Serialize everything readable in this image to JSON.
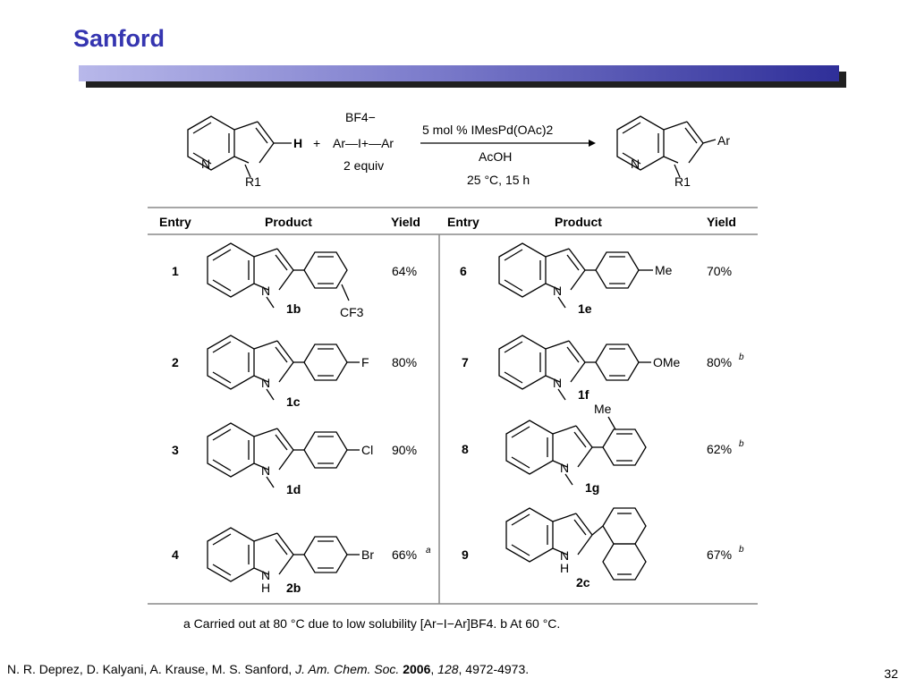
{
  "slide": {
    "title": "Sanford",
    "page_number": "32"
  },
  "scheme": {
    "counterion": "BF4−",
    "reagent": "Ar—I+—Ar",
    "reagent_equiv": "2 equiv",
    "catalyst": "5 mol % IMesPd(OAc)2",
    "solvent": "AcOH",
    "conditions": "25 °C, 15 h",
    "substrate_h": "H",
    "plus": "+",
    "n_label": "N",
    "r1_label": "R1",
    "product_ar": "Ar"
  },
  "table": {
    "headers": [
      "Entry",
      "Product",
      "Yield"
    ],
    "rows": [
      {
        "entry": "1",
        "compound": "1b",
        "substituent": "CF3",
        "yield": "64%",
        "note": ""
      },
      {
        "entry": "2",
        "compound": "1c",
        "substituent": "F",
        "yield": "80%",
        "note": ""
      },
      {
        "entry": "3",
        "compound": "1d",
        "substituent": "Cl",
        "yield": "90%",
        "note": ""
      },
      {
        "entry": "4",
        "compound": "2b",
        "substituent": "Br",
        "yield": "66%",
        "note": "a"
      },
      {
        "entry": "6",
        "compound": "1e",
        "substituent": "Me",
        "yield": "70%",
        "note": ""
      },
      {
        "entry": "7",
        "compound": "1f",
        "substituent": "OMe",
        "yield": "80%",
        "note": "b"
      },
      {
        "entry": "8",
        "compound": "1g",
        "substituent": "Me",
        "yield": "62%",
        "note": "b"
      },
      {
        "entry": "9",
        "compound": "2c",
        "substituent": "",
        "yield": "67%",
        "note": "b"
      }
    ],
    "footnote": "a Carried out at 80 °C due to low solubility [Ar−I−Ar]BF4. b At 60 °C."
  },
  "citation": {
    "authors": "N. R. Deprez, D. Kalyani, A. Krause, M. S. Sanford, ",
    "journal": "J. Am. Chem. Soc.",
    "year": "2006",
    "volume": "128",
    "pages": ", 4972-4973."
  }
}
